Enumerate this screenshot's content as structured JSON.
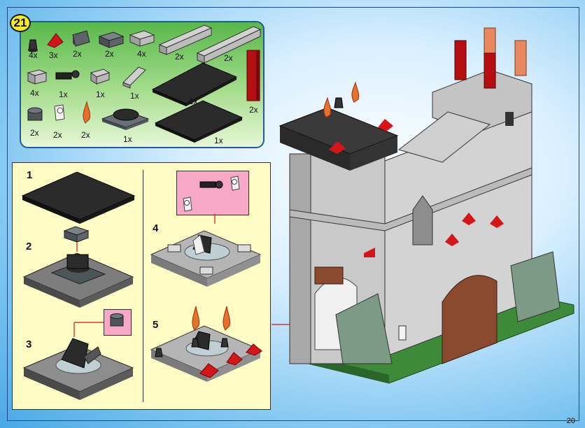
{
  "step_number": "21",
  "page_number": "20",
  "parts": [
    {
      "id": "cone",
      "qty": "4x"
    },
    {
      "id": "red-slope",
      "qty": "3x"
    },
    {
      "id": "dark-slope",
      "qty": "2x"
    },
    {
      "id": "dark-brick-2x2",
      "qty": "2x"
    },
    {
      "id": "grey-corner",
      "qty": "4x"
    },
    {
      "id": "grey-1x6",
      "qty": "2x"
    },
    {
      "id": "grey-1x8",
      "qty": "2x"
    },
    {
      "id": "red-pillar",
      "qty": "2x"
    },
    {
      "id": "grey-brick-1x2",
      "qty": "4x"
    },
    {
      "id": "black-hinge",
      "qty": "1x"
    },
    {
      "id": "grey-clip",
      "qty": "1x"
    },
    {
      "id": "grey-wedge",
      "qty": "1x"
    },
    {
      "id": "black-plate-6x10",
      "qty": "1x"
    },
    {
      "id": "dark-round-2x2",
      "qty": "2x"
    },
    {
      "id": "white-clip",
      "qty": "2x"
    },
    {
      "id": "flame",
      "qty": "2x"
    },
    {
      "id": "turntable",
      "qty": "1x"
    },
    {
      "id": "black-plate-8x8",
      "qty": "1x"
    }
  ],
  "substeps": [
    "1",
    "2",
    "3",
    "4",
    "5"
  ],
  "colors": {
    "badge": "#f6ec2a",
    "parts_bg": "#7fcc66",
    "substep_bg": "#fffbc4",
    "callout": "#f6a8c6",
    "accent_red": "#d4161b"
  }
}
